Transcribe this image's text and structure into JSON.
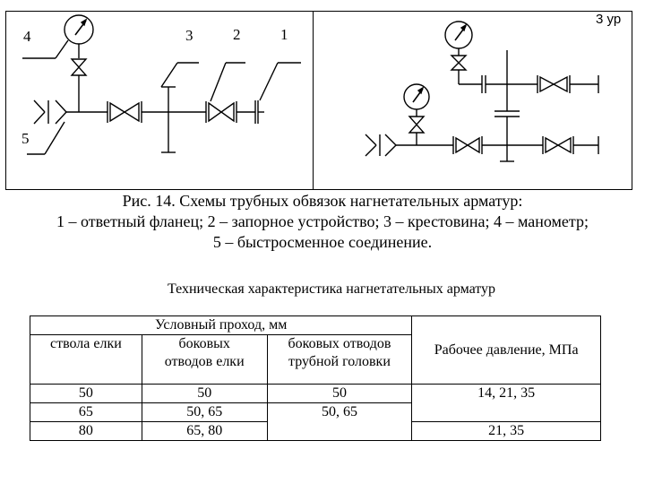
{
  "slide_badge": "3 ур",
  "figure": {
    "left_labels": [
      "4",
      "3",
      "2",
      "1",
      "5"
    ]
  },
  "caption": {
    "line1": "Рис. 14. Схемы трубных обвязок нагнетательных арматур:",
    "line2": "1 – ответный фланец; 2 – запорное устройство; 3 – крестовина; 4 – манометр;",
    "line3": "5 – быстросменное соединение."
  },
  "table": {
    "title": "Техническая характеристика нагнетательных арматур",
    "group_header": "Условный проход, мм",
    "headers": {
      "trunk": "ствола елки",
      "side_tree_line1": "боковых",
      "side_tree_line2": "отводов елки",
      "side_head_line1": "боковых отводов",
      "side_head_line2": "трубной головки",
      "pressure": "Рабочее давление, МПа"
    },
    "rows": [
      {
        "trunk": "50",
        "side_tree": "50",
        "side_head": "50",
        "pressure": "14, 21, 35"
      },
      {
        "trunk": "65",
        "side_tree": "50, 65",
        "side_head": "50, 65"
      },
      {
        "trunk": "80",
        "side_tree": "65, 80",
        "pressure": "21, 35"
      }
    ]
  }
}
